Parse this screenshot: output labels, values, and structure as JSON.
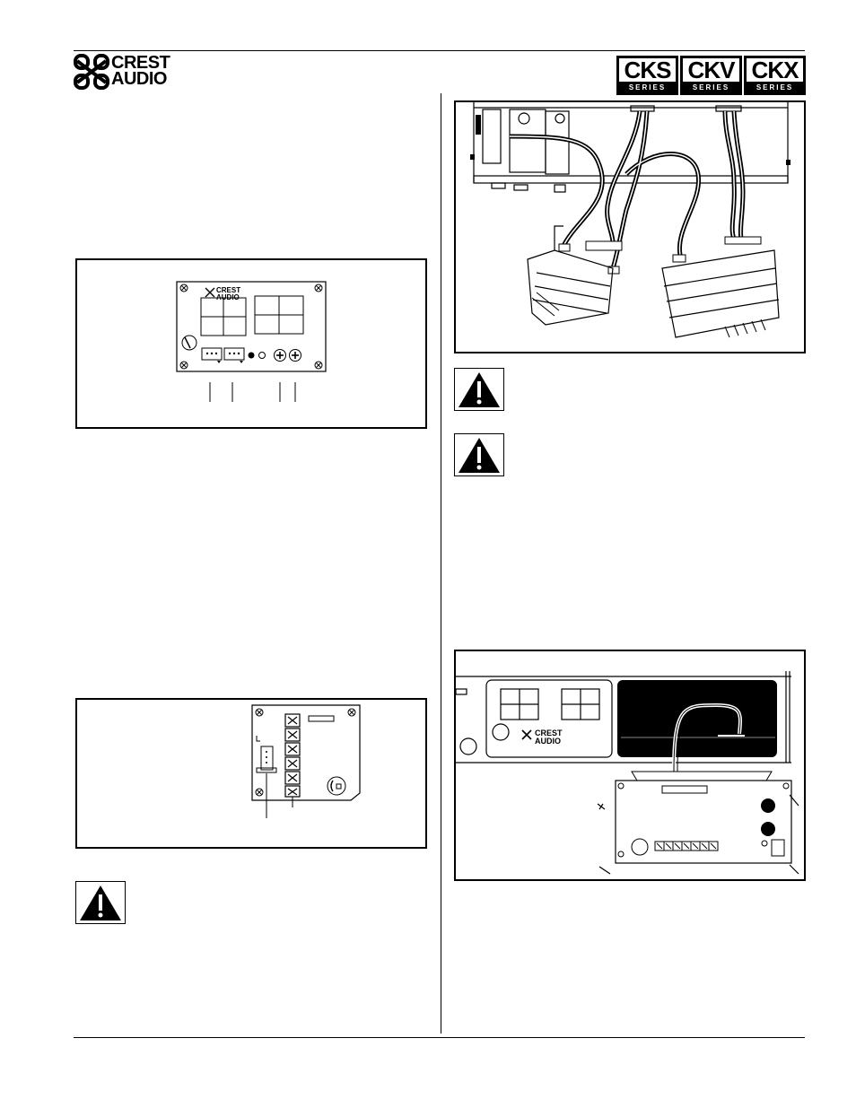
{
  "header": {
    "brand_line1": "CREST",
    "brand_line2": "AUDIO",
    "series_badges": [
      {
        "model": "CKS",
        "label": "SERIES"
      },
      {
        "model": "CKV",
        "label": "SERIES"
      },
      {
        "model": "CKX",
        "label": "SERIES"
      }
    ]
  },
  "figures": {
    "fig1_panel_brand1": "CREST",
    "fig1_panel_brand2": "AUDIO",
    "fig4_panel_brand1": "CREST",
    "fig4_panel_brand2": "AUDIO"
  },
  "icons": {
    "warning": "warning-triangle-icon",
    "logo": "crest-audio-logo-icon"
  },
  "colors": {
    "ink": "#000000",
    "paper": "#ffffff"
  }
}
